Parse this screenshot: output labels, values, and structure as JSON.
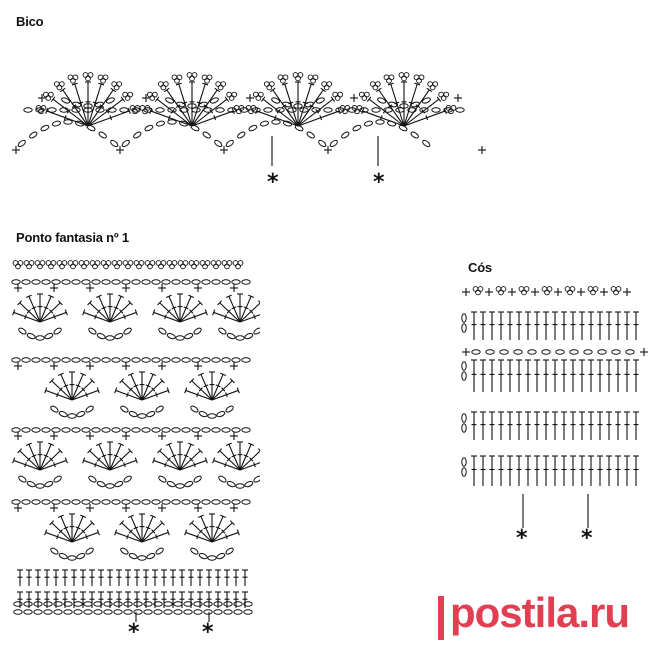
{
  "titles": {
    "bico": "Bico",
    "ponto": "Ponto fantasia nº 1",
    "cos": "Cós"
  },
  "repeat_marker": "*",
  "watermark": "postila.ru",
  "colors": {
    "ink": "#111111",
    "watermark": "#e33f52",
    "background": "#ffffff"
  }
}
